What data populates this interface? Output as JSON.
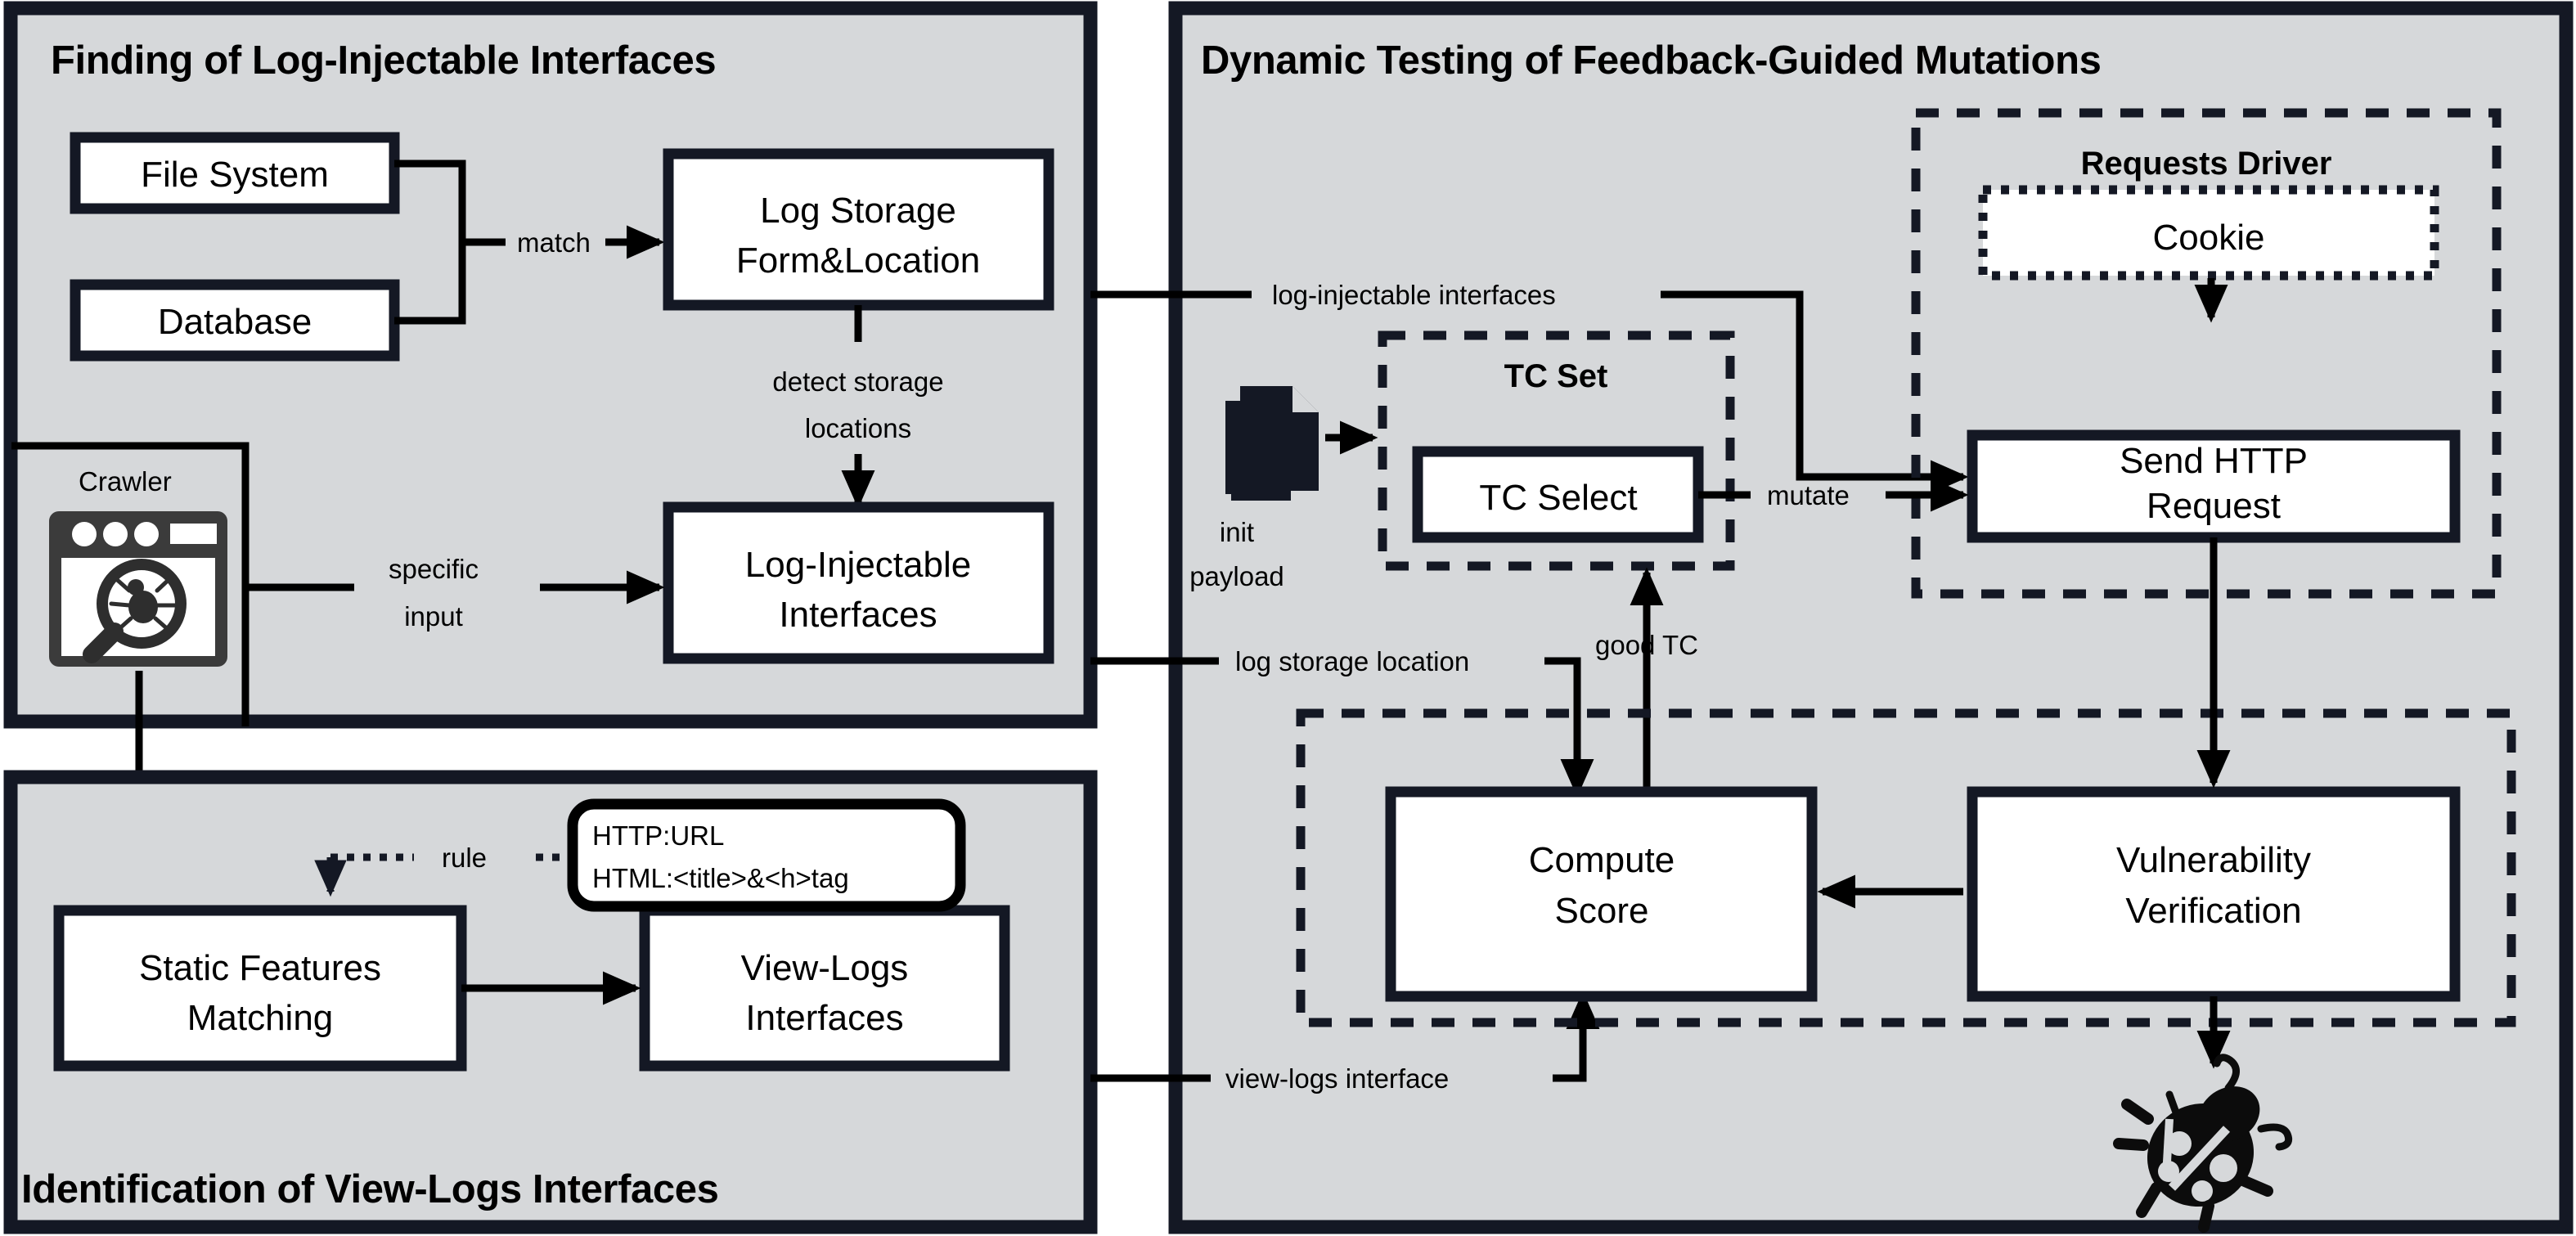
{
  "diagram": {
    "type": "architecture-flow",
    "panels": [
      {
        "id": "finding",
        "title": "Finding of Log-Injectable Interfaces",
        "title_position": "top-left"
      },
      {
        "id": "identification",
        "title": "Identification of View-Logs Interfaces",
        "title_position": "bottom-left"
      },
      {
        "id": "dynamic",
        "title": "Dynamic Testing of Feedback-Guided Mutations",
        "title_position": "top-left"
      }
    ],
    "groups": [
      {
        "id": "requests-driver",
        "title": "Requests Driver",
        "border": "dashed"
      },
      {
        "id": "tc-set",
        "title": "TC Set",
        "border": "dashed"
      },
      {
        "id": "feedback-loop",
        "title": "",
        "border": "dashed"
      }
    ],
    "nodes": {
      "file_system": "File System",
      "database": "Database",
      "log_storage_form_location_line1": "Log Storage",
      "log_storage_form_location_line2": "Form&Location",
      "log_injectable_interfaces_line1": "Log-Injectable",
      "log_injectable_interfaces_line2": "Interfaces",
      "static_features_matching_line1": "Static Features",
      "static_features_matching_line2": "Matching",
      "view_logs_interfaces_line1": "View-Logs",
      "view_logs_interfaces_line2": "Interfaces",
      "cookie": "Cookie",
      "send_http_request_line1": "Send HTTP",
      "send_http_request_line2": "Request",
      "tc_select": "TC Select",
      "compute_score_line1": "Compute",
      "compute_score_line2": "Score",
      "vulnerability_verification_line1": "Vulnerability",
      "vulnerability_verification_line2": "Verification"
    },
    "icons": {
      "crawler_label": "Crawler",
      "crawler_icon": "browser-spider-magnifier-icon",
      "init_payload_line1": "init",
      "init_payload_line2": "payload",
      "init_payload_icon": "documents-stack-icon",
      "bug_icon": "ladybug-icon"
    },
    "edge_labels": {
      "match": "match",
      "detect_storage_line1": "detect storage",
      "detect_storage_line2": "locations",
      "specific_input_line1": "specific",
      "specific_input_line2": "input",
      "log_injectable_interfaces": "log-injectable interfaces",
      "log_storage_location": "log storage location",
      "good_tc": "good TC",
      "mutate": "mutate",
      "view_logs_interface": "view-logs interface",
      "rule": "rule"
    },
    "callout": {
      "line1": "HTTP:URL",
      "line2": "HTML:<title>&<h>tag"
    },
    "colors": {
      "panel_background": "#d6d8da",
      "panel_border": "#141824",
      "node_fill": "#ffffff",
      "stroke": "#000000",
      "page_background": "#ffffff"
    }
  }
}
